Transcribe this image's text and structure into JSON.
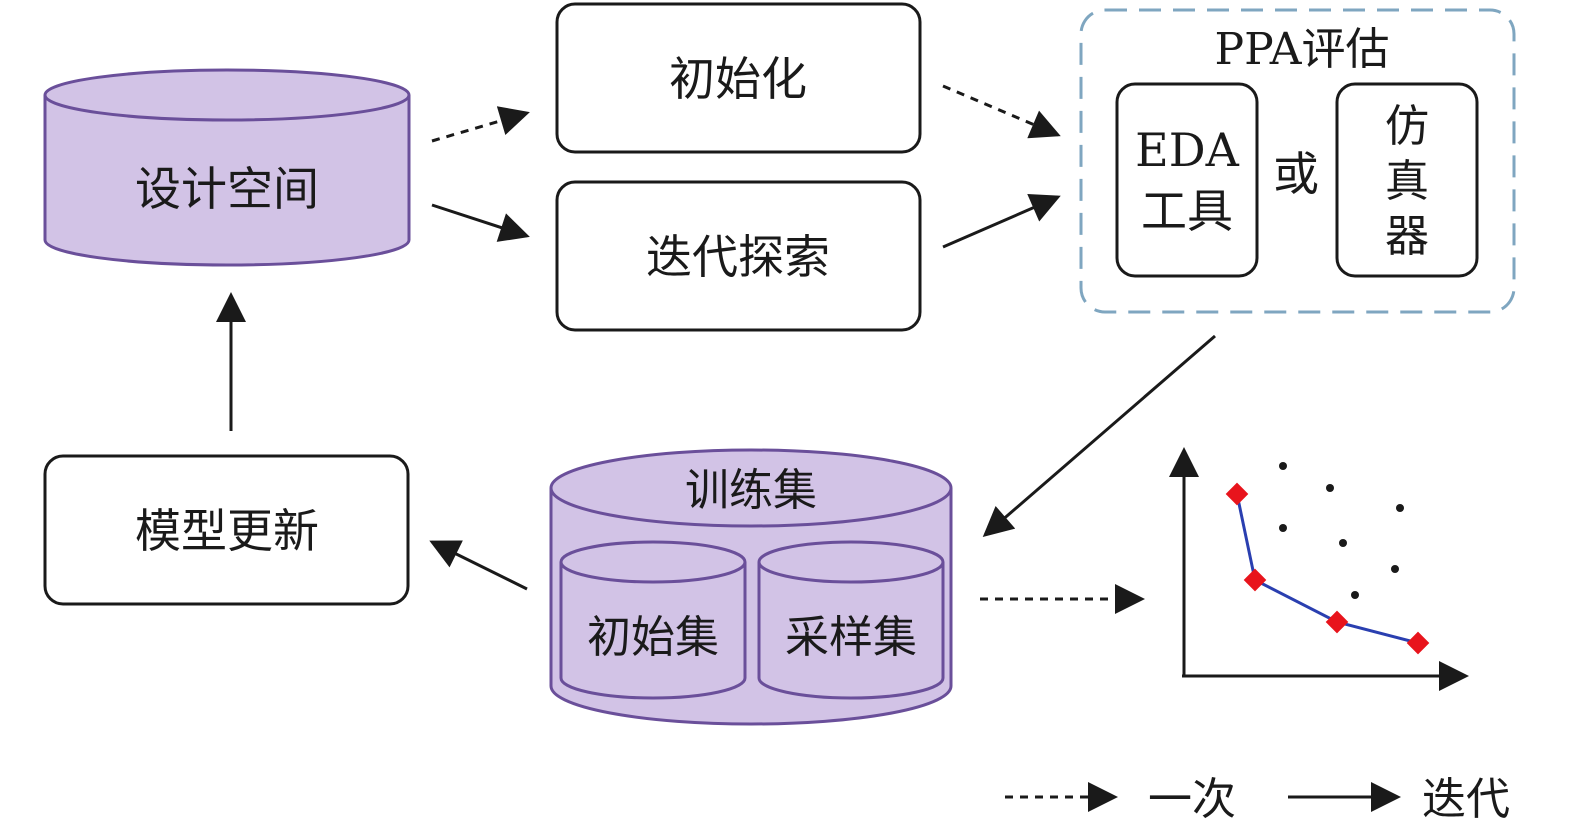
{
  "nodes": {
    "design_space": "设计空间",
    "init": "初始化",
    "iterative_search": "迭代探索",
    "ppa_title": "PPA评估",
    "eda_line1": "EDA",
    "eda_line2": "工具",
    "or": "或",
    "sim_line1": "仿",
    "sim_line2": "真",
    "sim_line3": "器",
    "training_set": "训练集",
    "initial_set": "初始集",
    "sample_set": "采样集",
    "model_update": "模型更新"
  },
  "legend": {
    "once": "一次",
    "iterative": "迭代"
  },
  "colors": {
    "cylinder_fill": "#d2c3e6",
    "cylinder_stroke": "#6a4f9a",
    "ppa_border": "#7fa6c0",
    "pareto_point": "#e8141c",
    "pareto_line": "#2a3fb0"
  },
  "icons": [
    "pareto-front-plot-icon"
  ]
}
